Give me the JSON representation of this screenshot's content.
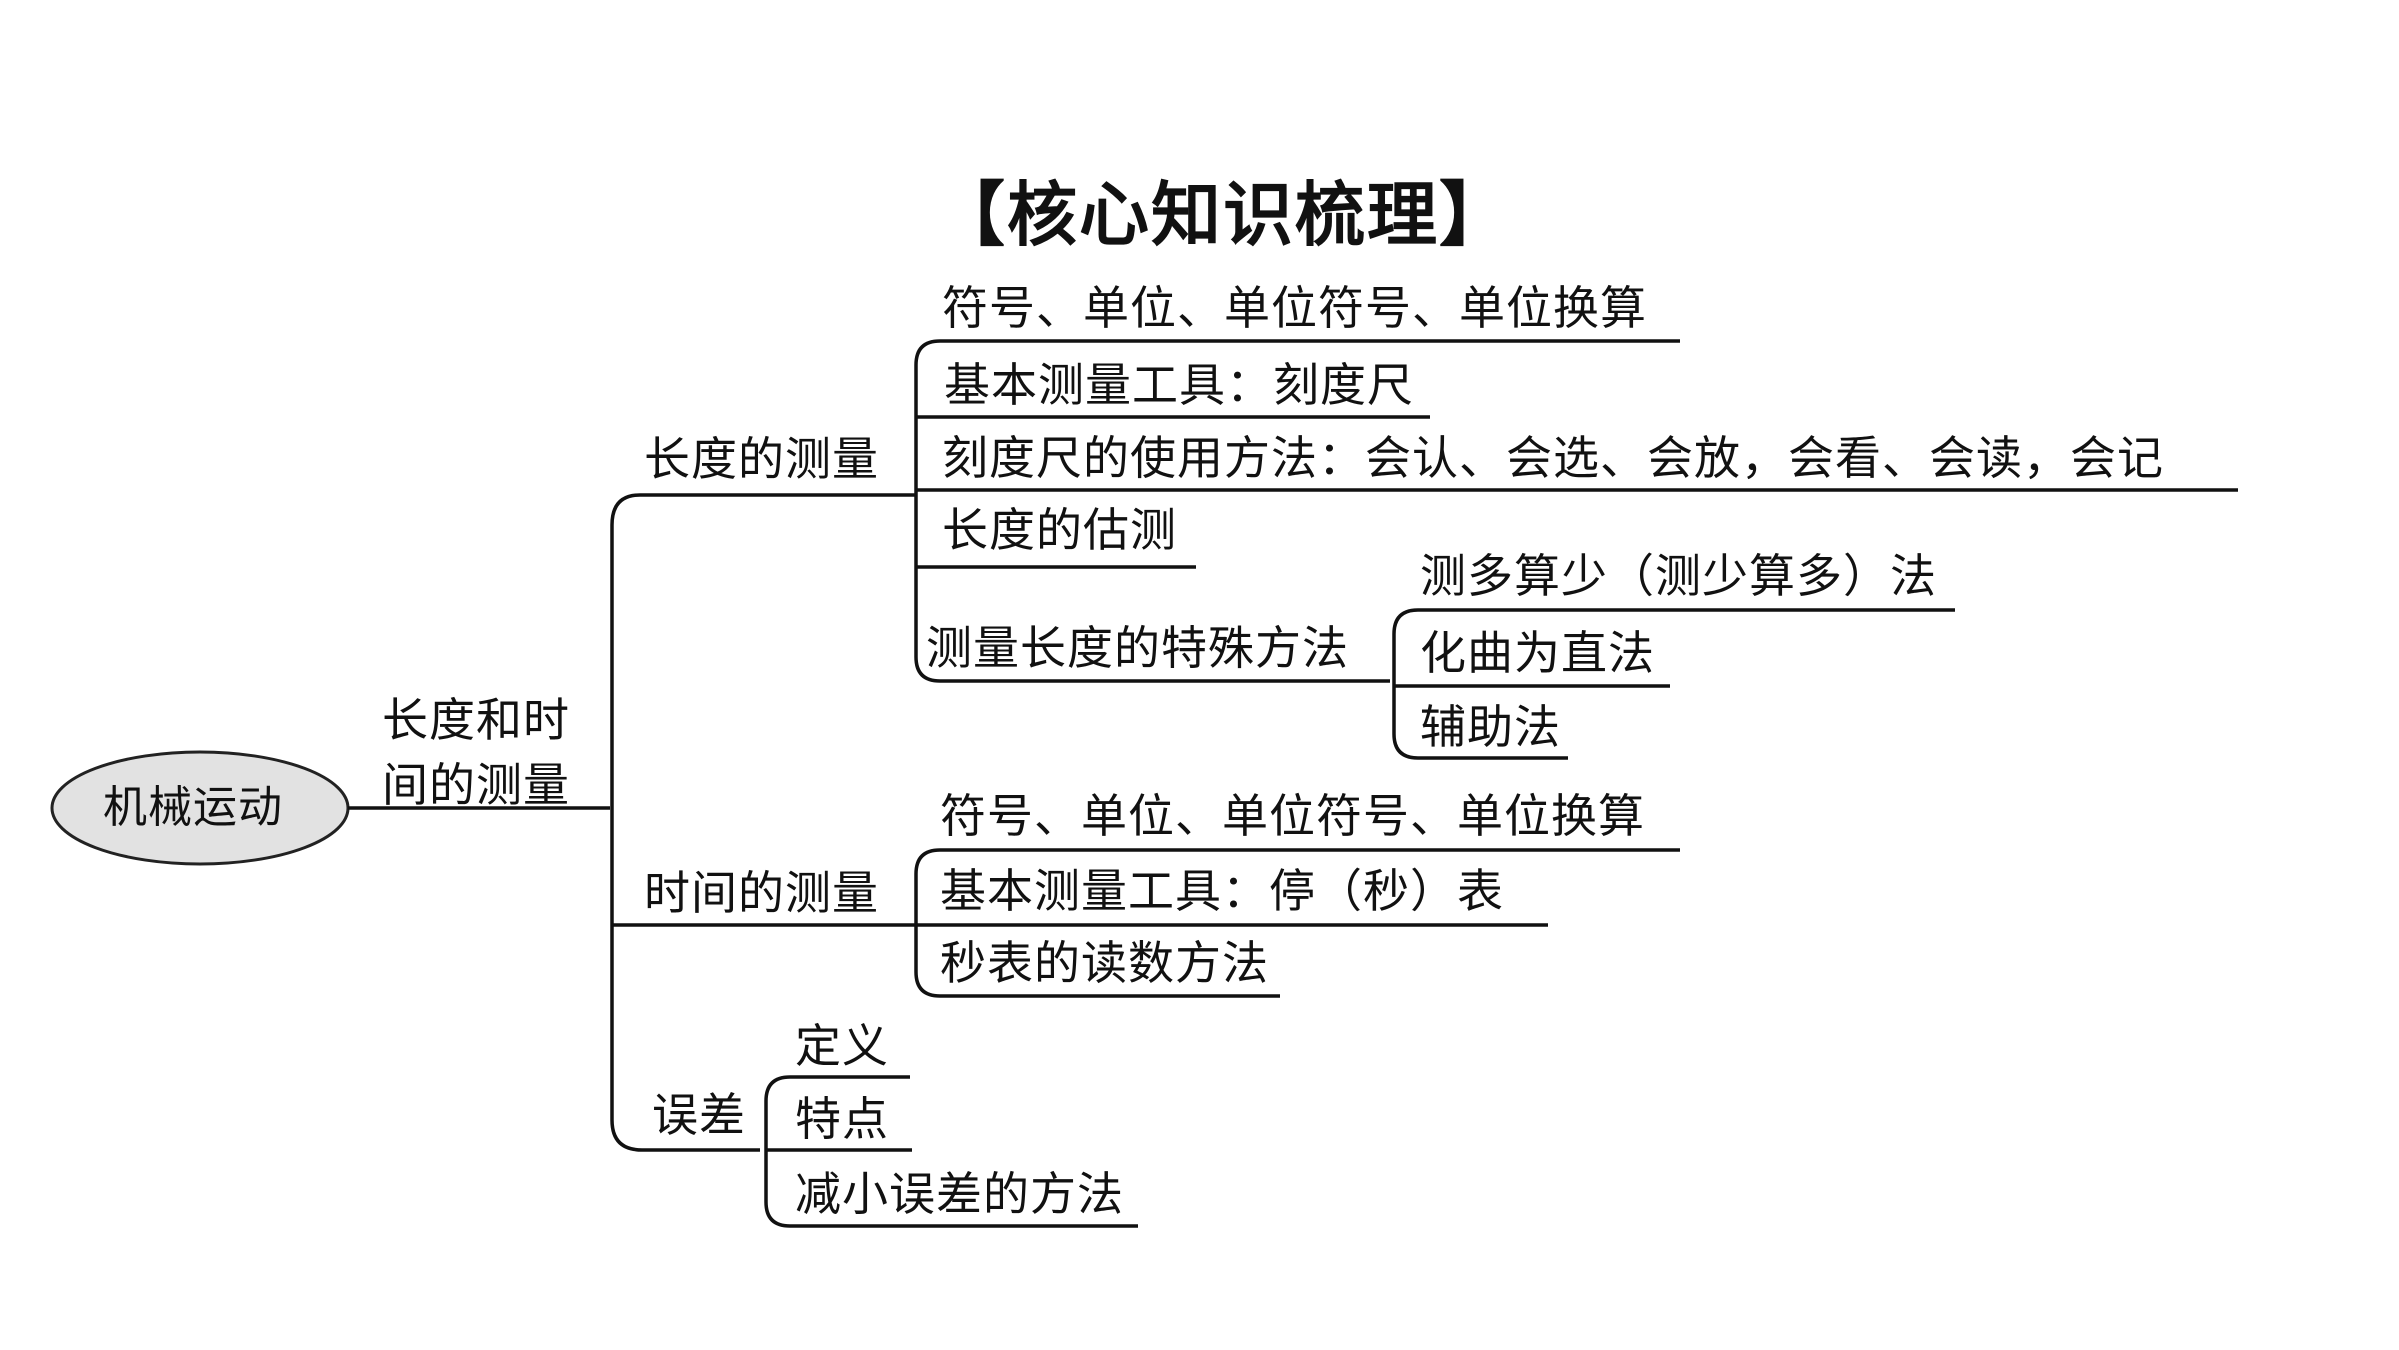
{
  "title": "【核心知识梳理】",
  "root": "机械运动",
  "level1": {
    "line1": "长度和时",
    "line2": "间的测量"
  },
  "branches": {
    "length": {
      "label": "长度的测量",
      "items": [
        "符号、单位、单位符号、单位换算",
        "基本测量工具：刻度尺",
        "刻度尺的使用方法：会认、会选、会放，会看、会读，会记",
        "长度的估测"
      ],
      "special": {
        "label": "测量长度的特殊方法",
        "items": [
          "测多算少（测少算多）法",
          "化曲为直法",
          "辅助法"
        ]
      }
    },
    "time": {
      "label": "时间的测量",
      "items": [
        "符号、单位、单位符号、单位换算",
        "基本测量工具：停（秒）表",
        "秒表的读数方法"
      ]
    },
    "error": {
      "label": "误差",
      "items": [
        "定义",
        "特点",
        "减小误差的方法"
      ]
    }
  },
  "colors": {
    "line": "#111111",
    "root_fill": "#e2e2e2",
    "text": "#111111"
  }
}
